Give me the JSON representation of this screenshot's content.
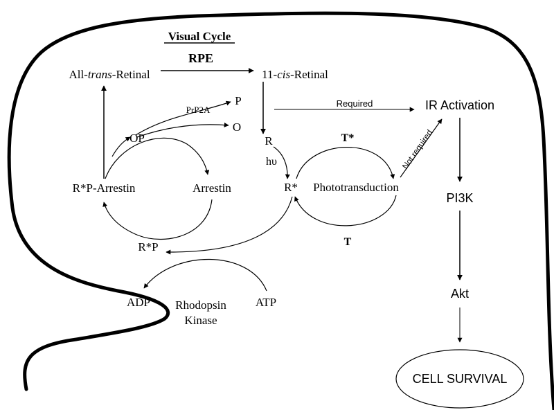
{
  "diagram": {
    "visual_cycle_title": "Visual Cycle",
    "rpe": "RPE",
    "all_trans": {
      "pre": "All-",
      "ital": "trans",
      "post": "-Retinal"
    },
    "eleven_cis": {
      "pre": "11-",
      "ital": "cis",
      "post": "-Retinal"
    },
    "prp2a": "PrP2A",
    "p": "P",
    "op": "OP",
    "o": "O",
    "r": "R",
    "hv": "hυ",
    "r_star": "R*",
    "t_star": "T*",
    "t": "T",
    "phototransduction": "Phototransduction",
    "r_star_p_arrestin": "R*P-Arrestin",
    "arrestin": "Arrestin",
    "r_star_p": "R*P",
    "adp": "ADP",
    "atp": "ATP",
    "rhodopsin": "Rhodopsin",
    "kinase": "Kinase",
    "required": "Required",
    "not_required": "Not required",
    "ir_activation": "IR Activation",
    "pi3k": "PI3K",
    "akt": "Akt",
    "cell_survival": "CELL SURVIVAL"
  }
}
